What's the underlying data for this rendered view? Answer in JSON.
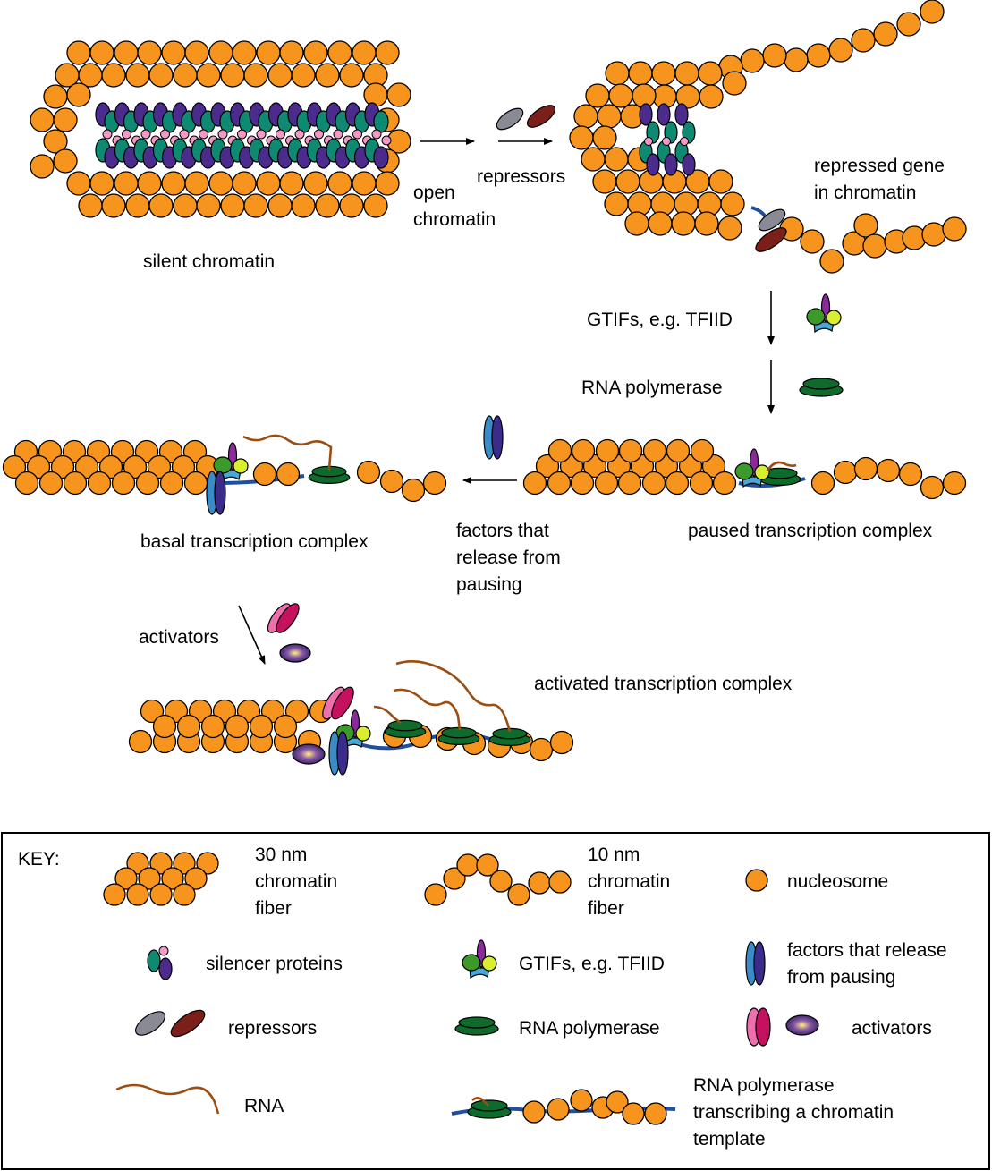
{
  "labels": {
    "silent_chromatin": "silent chromatin",
    "open_chromatin": [
      "open",
      "chromatin"
    ],
    "repressors": "repressors",
    "repressed_gene": [
      "repressed gene",
      "in chromatin"
    ],
    "gtifs": "GTIFs, e.g. TFIID",
    "rna_polymerase": "RNA polymerase",
    "basal_complex": "basal transcription complex",
    "paused_complex": "paused transcription complex",
    "release_factors": [
      "factors that",
      "release from",
      "pausing"
    ],
    "activators": "activators",
    "activated_complex": "activated transcription complex"
  },
  "key": {
    "title": "KEY:",
    "fiber_30nm": [
      "30 nm",
      "chromatin",
      "fiber"
    ],
    "fiber_10nm": [
      "10 nm",
      "chromatin",
      "fiber"
    ],
    "nucleosome": "nucleosome",
    "silencer_proteins": "silencer proteins",
    "gtifs": "GTIFs, e.g. TFIID",
    "release_factors": [
      "factors that release",
      "from pausing"
    ],
    "repressors": "repressors",
    "rna_polymerase": "RNA polymerase",
    "activators": "activators",
    "rna": "RNA",
    "transcribing": [
      "RNA polymerase",
      "transcribing a chromatin",
      "template"
    ]
  },
  "colors": {
    "nucleosome": "#F7941D",
    "silencer_purple": "#4B2C8C",
    "silencer_teal": "#0E8A72",
    "silencer_pink": "#F29AC6",
    "repressor_gray": "#8A8A94",
    "repressor_brown": "#7A1F1A",
    "gtif_green": "#3C9A2A",
    "gtif_yellow": "#D8EE2E",
    "gtif_purple": "#8B2A9A",
    "gtif_blue": "#49A9D6",
    "polymerase": "#0F6B2C",
    "rna": "#9B4D12",
    "release_blue": "#3A8CC8",
    "release_indigo": "#3B2C8C",
    "activator_pink": "#EE6FAE",
    "activator_magenta": "#C4125E",
    "activator_ellipse": "#33205E",
    "dna": "#1F4FA0"
  }
}
